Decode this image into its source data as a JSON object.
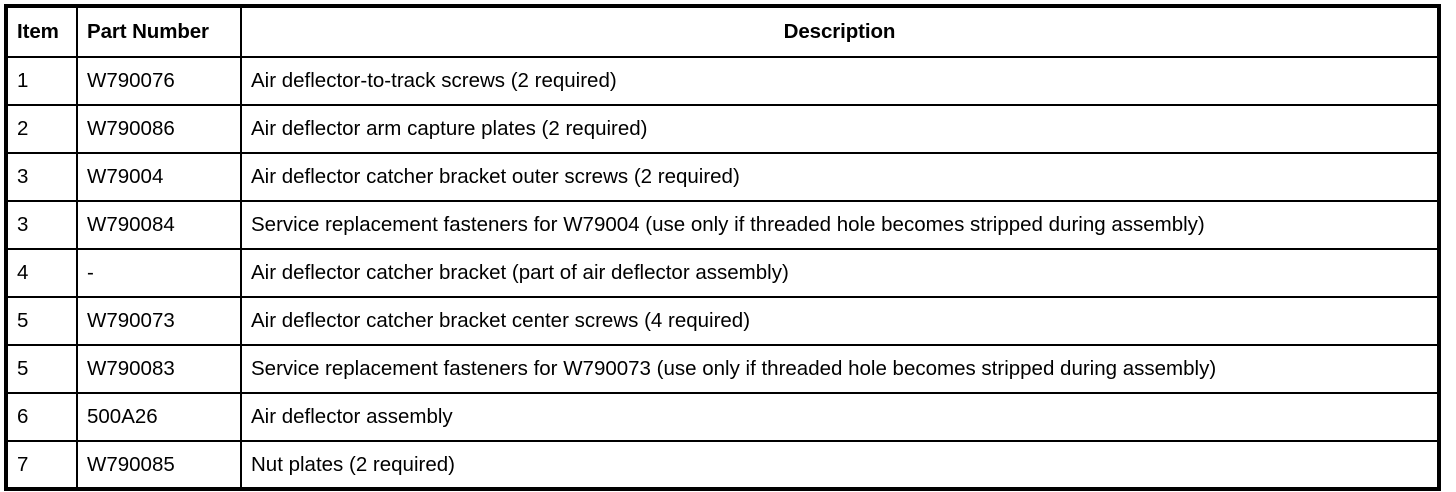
{
  "table": {
    "columns": [
      {
        "key": "item",
        "label": "Item"
      },
      {
        "key": "part_number",
        "label": "Part Number"
      },
      {
        "key": "description",
        "label": "Description"
      }
    ],
    "rows": [
      {
        "item": "1",
        "part_number": "W790076",
        "description": "Air deflector-to-track screws (2 required)"
      },
      {
        "item": "2",
        "part_number": "W790086",
        "description": "Air deflector arm capture plates (2 required)"
      },
      {
        "item": "3",
        "part_number": "W79004",
        "description": "Air deflector catcher bracket outer screws (2 required)"
      },
      {
        "item": "3",
        "part_number": "W790084",
        "description": "Service replacement fasteners for W79004 (use only if threaded hole becomes stripped during assembly)"
      },
      {
        "item": "4",
        "part_number": "-",
        "description": "Air deflector catcher bracket (part of air deflector assembly)"
      },
      {
        "item": "5",
        "part_number": "W790073",
        "description": "Air deflector catcher bracket center screws (4 required)"
      },
      {
        "item": "5",
        "part_number": "W790083",
        "description": "Service replacement fasteners for W790073 (use only if threaded hole becomes stripped during assembly)"
      },
      {
        "item": "6",
        "part_number": "500A26",
        "description": "Air deflector assembly"
      },
      {
        "item": "7",
        "part_number": "W790085",
        "description": "Nut plates (2 required)"
      }
    ]
  },
  "colors": {
    "border": "#000000",
    "background": "#ffffff",
    "text": "#000000"
  }
}
